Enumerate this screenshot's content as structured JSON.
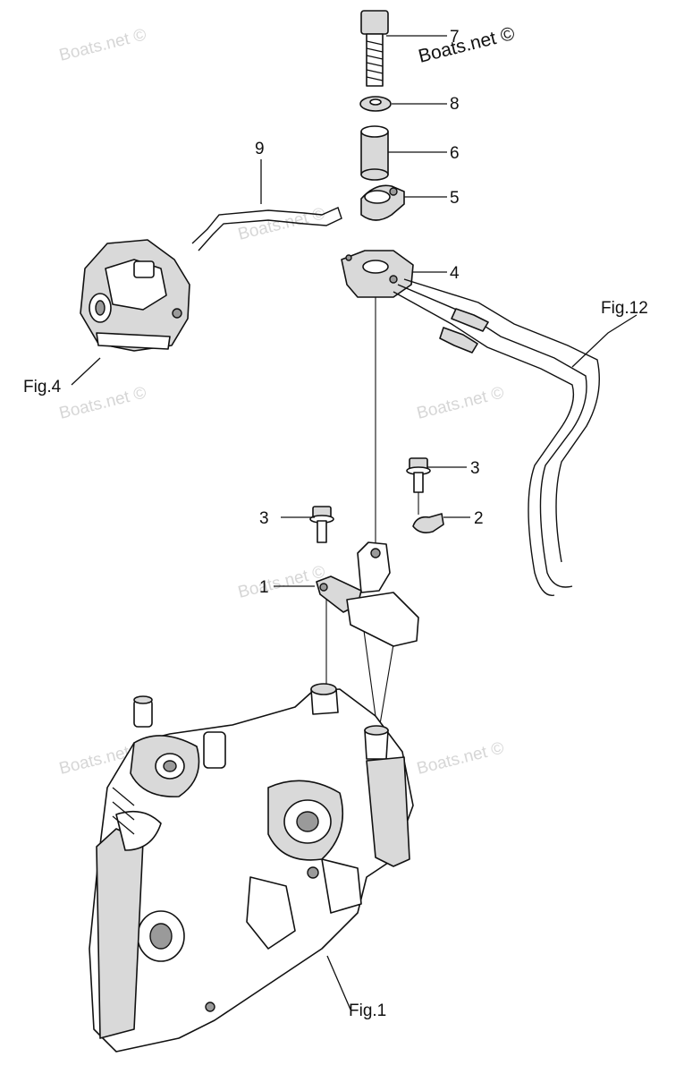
{
  "watermarks": [
    "Boats.net ©",
    "Boats.net ©",
    "Boats.net ©",
    "Boats.net ©",
    "Boats.net ©",
    "Boats.net ©",
    "Boats.net ©"
  ],
  "watermark_main": "Boats.net ©",
  "callouts": {
    "c7": "7",
    "c8": "8",
    "c6": "6",
    "c5": "5",
    "c4": "4",
    "c9": "9",
    "c3a": "3",
    "c3b": "3",
    "c2": "2",
    "c1": "1"
  },
  "figure_refs": {
    "fig12": "Fig.12",
    "fig4": "Fig.4",
    "fig1": "Fig.1"
  }
}
